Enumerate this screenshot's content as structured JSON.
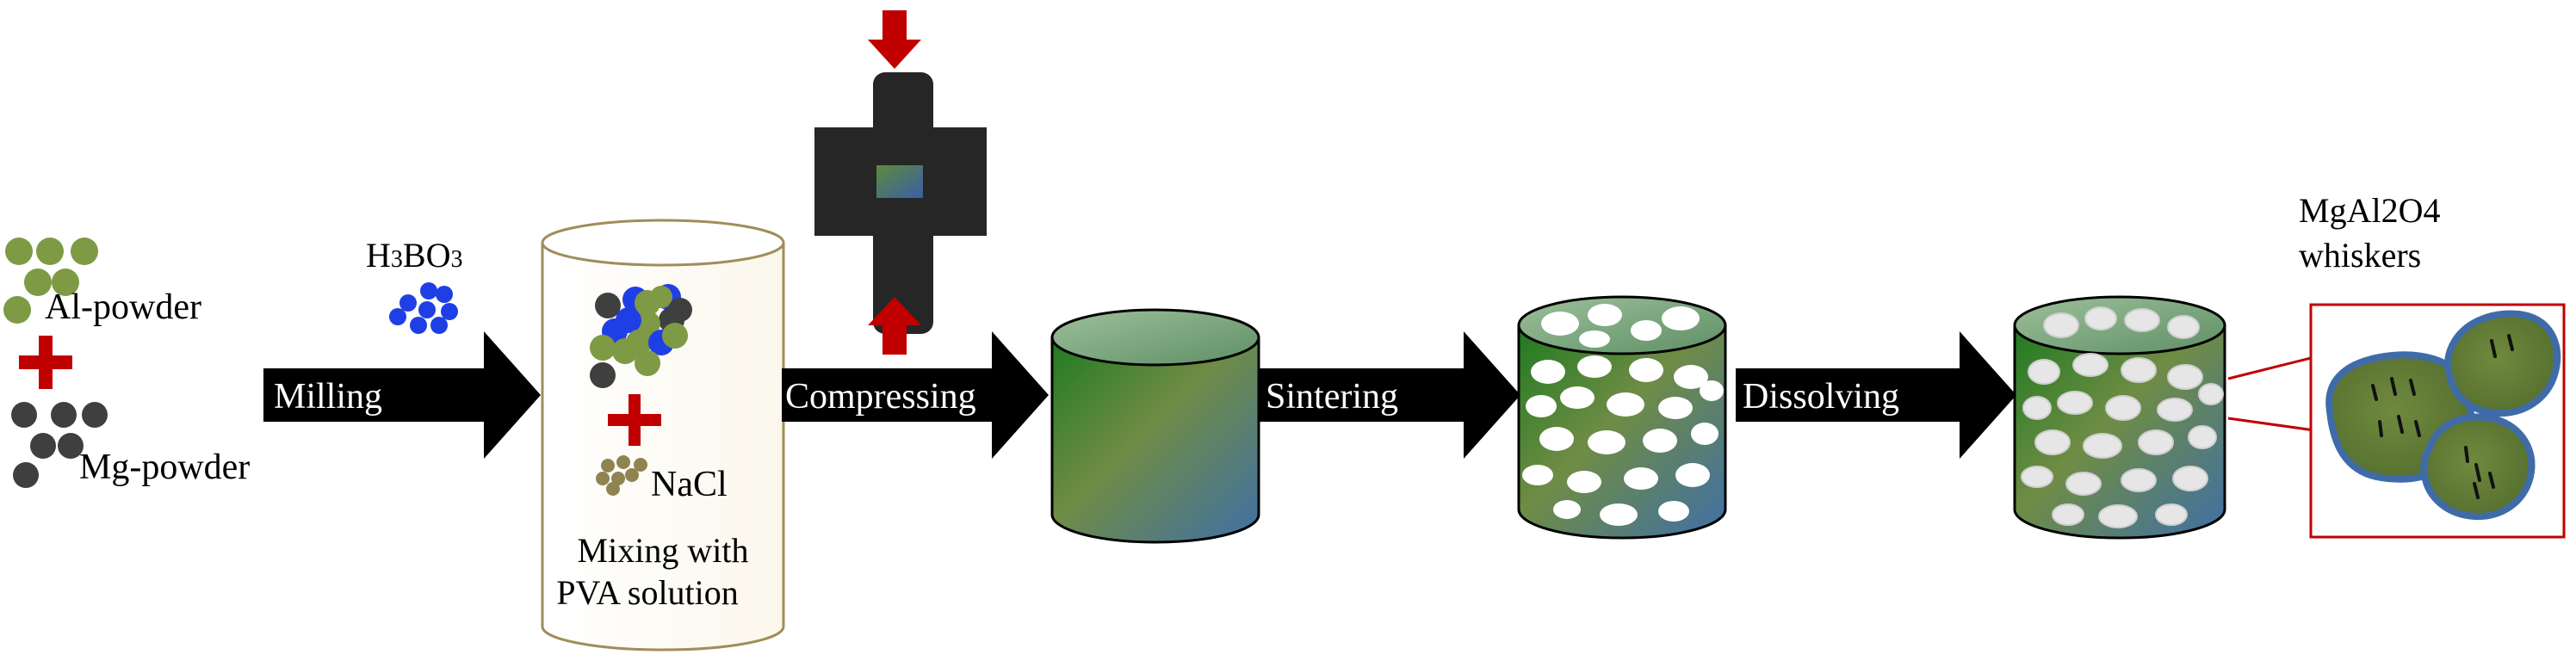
{
  "labels": {
    "h3bo3": "H3BO3",
    "al_powder": "Al-powder",
    "mg_powder": "Mg-powder",
    "nacl": "NaCl",
    "mixing_line1": "Mixing with",
    "mixing_line2": "PVA solution",
    "product_line1": "MgAl2O4",
    "product_line2": "whiskers"
  },
  "steps": {
    "milling": "Milling",
    "compressing": "Compressing",
    "sintering": "Sintering",
    "dissolving": "Dissolving"
  },
  "colors": {
    "al_particle": "#7e9a44",
    "mg_particle": "#3f3f3f",
    "boric_particle": "#1f3fe6",
    "nacl_particle": "#8f8450",
    "plus_red": "#c00000",
    "press_body": "#262626",
    "arrow_fill": "#000000",
    "whisker_border": "#c00000",
    "grain_edge": "#3f6ca8",
    "grain_fill": "#5c7a35"
  }
}
